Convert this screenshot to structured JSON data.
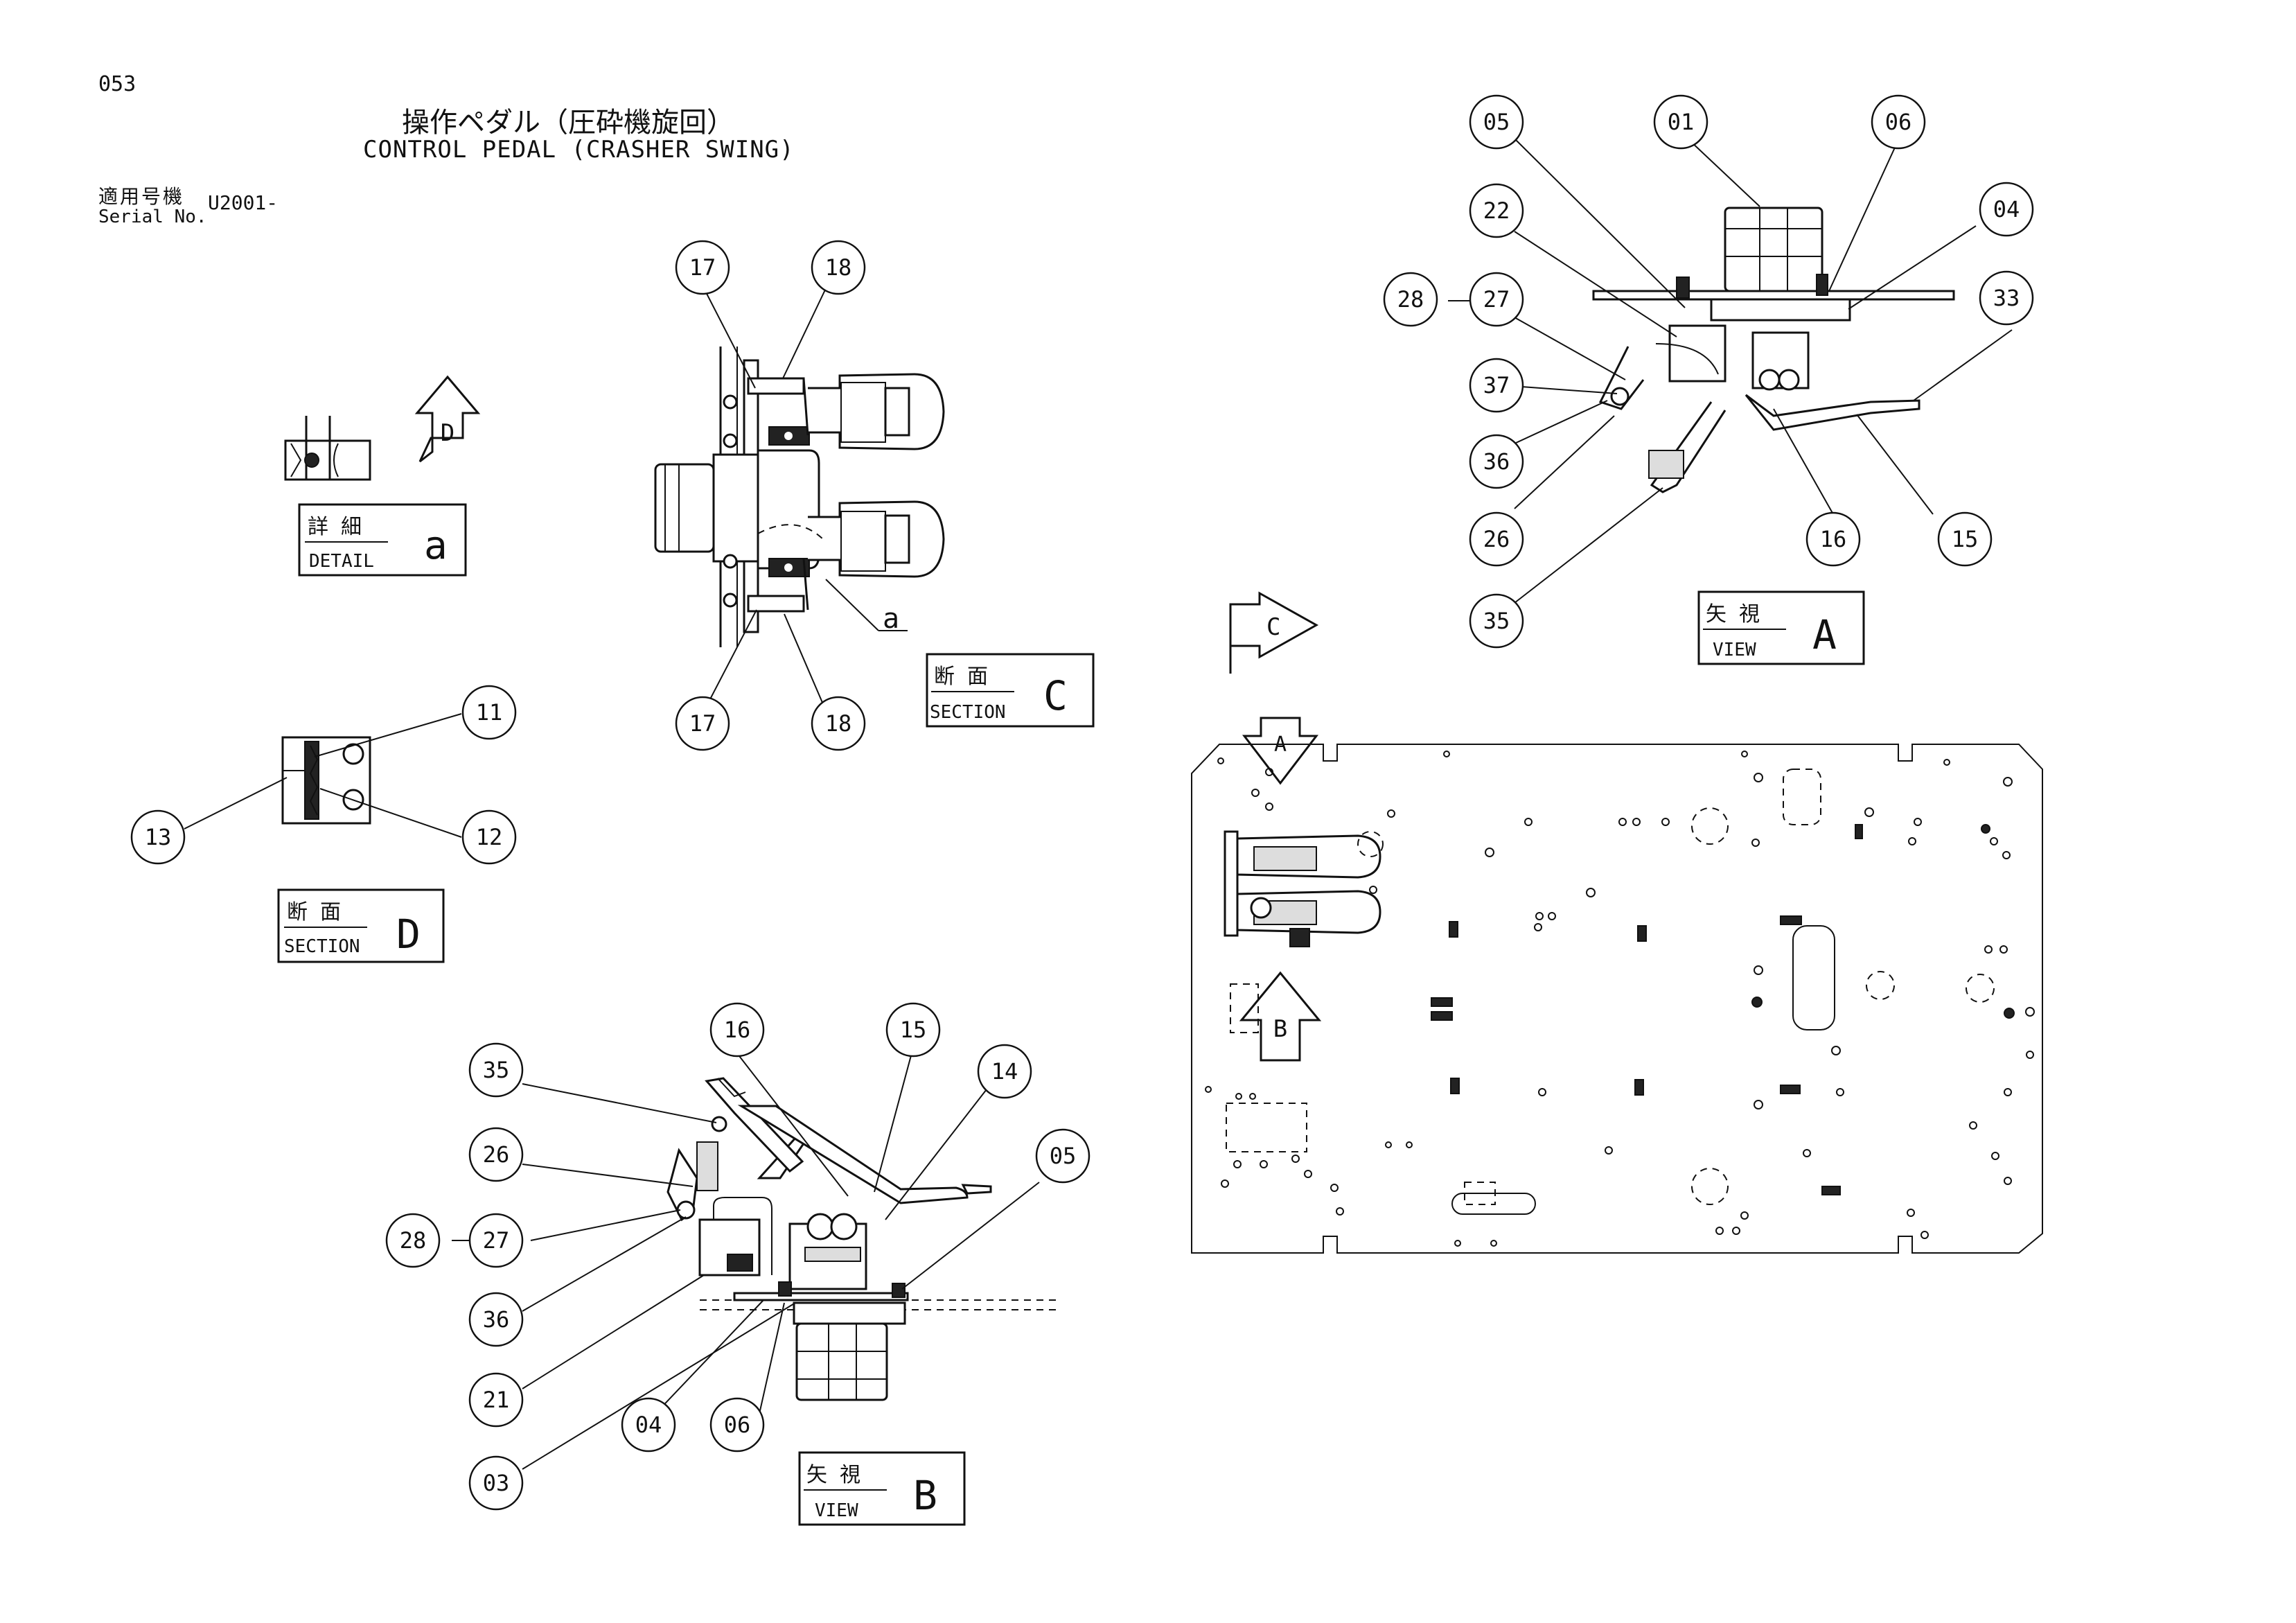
{
  "header": {
    "page_number": "053",
    "title_jp": "操作ペダル（圧砕機旋回）",
    "title_en": "CONTROL PEDAL (CRASHER SWING)",
    "serial_label_jp": "適用号機",
    "serial_label_en": "Serial No.",
    "serial_value": "U2001-"
  },
  "view_labels": {
    "detail_a": {
      "jp": "詳 細",
      "en": "DETAIL",
      "letter": "a"
    },
    "section_c": {
      "jp": "断 面",
      "en": "SECTION",
      "letter": "C"
    },
    "section_d": {
      "jp": "断 面",
      "en": "SECTION",
      "letter": "D"
    },
    "view_a": {
      "jp": "矢 視",
      "en": "VIEW",
      "letter": "A"
    },
    "view_b": {
      "jp": "矢 視",
      "en": "VIEW",
      "letter": "B"
    }
  },
  "arrow_letters": {
    "d": "D",
    "c": "C",
    "a": "A",
    "b": "B",
    "detail_pointer": "a"
  },
  "callouts": {
    "section_c": [
      "17",
      "18",
      "17",
      "18"
    ],
    "section_d": [
      "11",
      "12",
      "13"
    ],
    "view_a": [
      "05",
      "01",
      "06",
      "22",
      "04",
      "28",
      "27",
      "33",
      "37",
      "36",
      "26",
      "16",
      "15",
      "35"
    ],
    "view_b": [
      "16",
      "15",
      "35",
      "14",
      "26",
      "05",
      "28",
      "27",
      "36",
      "21",
      "04",
      "06",
      "03"
    ]
  }
}
